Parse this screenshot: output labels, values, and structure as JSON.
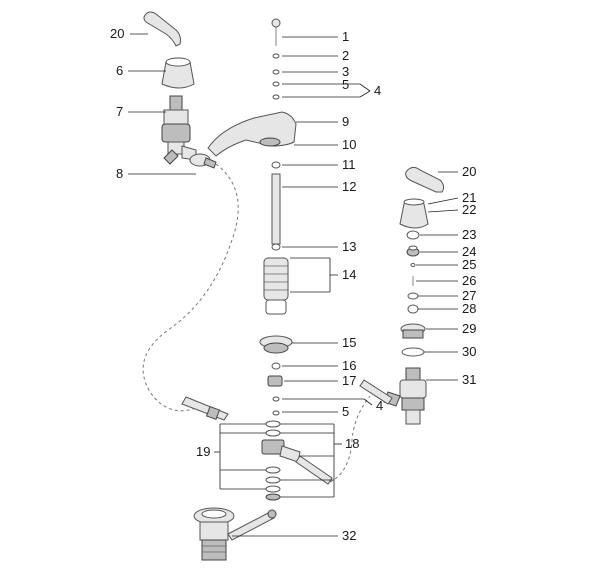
{
  "diagram": {
    "callouts": [
      {
        "key": "c20a",
        "label": "20"
      },
      {
        "key": "c6",
        "label": "6"
      },
      {
        "key": "c7",
        "label": "7"
      },
      {
        "key": "c8",
        "label": "8"
      },
      {
        "key": "c1",
        "label": "1"
      },
      {
        "key": "c2",
        "label": "2"
      },
      {
        "key": "c3",
        "label": "3"
      },
      {
        "key": "c5a",
        "label": "5"
      },
      {
        "key": "c4a",
        "label": "4"
      },
      {
        "key": "c9",
        "label": "9"
      },
      {
        "key": "c10",
        "label": "10"
      },
      {
        "key": "c11",
        "label": "11"
      },
      {
        "key": "c12",
        "label": "12"
      },
      {
        "key": "c13",
        "label": "13"
      },
      {
        "key": "c14",
        "label": "14"
      },
      {
        "key": "c15",
        "label": "15"
      },
      {
        "key": "c16",
        "label": "16"
      },
      {
        "key": "c17",
        "label": "17"
      },
      {
        "key": "c5b",
        "label": "5"
      },
      {
        "key": "c4b",
        "label": "4"
      },
      {
        "key": "c18",
        "label": "18"
      },
      {
        "key": "c19",
        "label": "19"
      },
      {
        "key": "c32",
        "label": "32"
      },
      {
        "key": "c20b",
        "label": "20"
      },
      {
        "key": "c21",
        "label": "21"
      },
      {
        "key": "c22",
        "label": "22"
      },
      {
        "key": "c23",
        "label": "23"
      },
      {
        "key": "c24",
        "label": "24"
      },
      {
        "key": "c25",
        "label": "25"
      },
      {
        "key": "c26",
        "label": "26"
      },
      {
        "key": "c27",
        "label": "27"
      },
      {
        "key": "c28",
        "label": "28"
      },
      {
        "key": "c29",
        "label": "29"
      },
      {
        "key": "c30",
        "label": "30"
      },
      {
        "key": "c31",
        "label": "31"
      }
    ]
  }
}
